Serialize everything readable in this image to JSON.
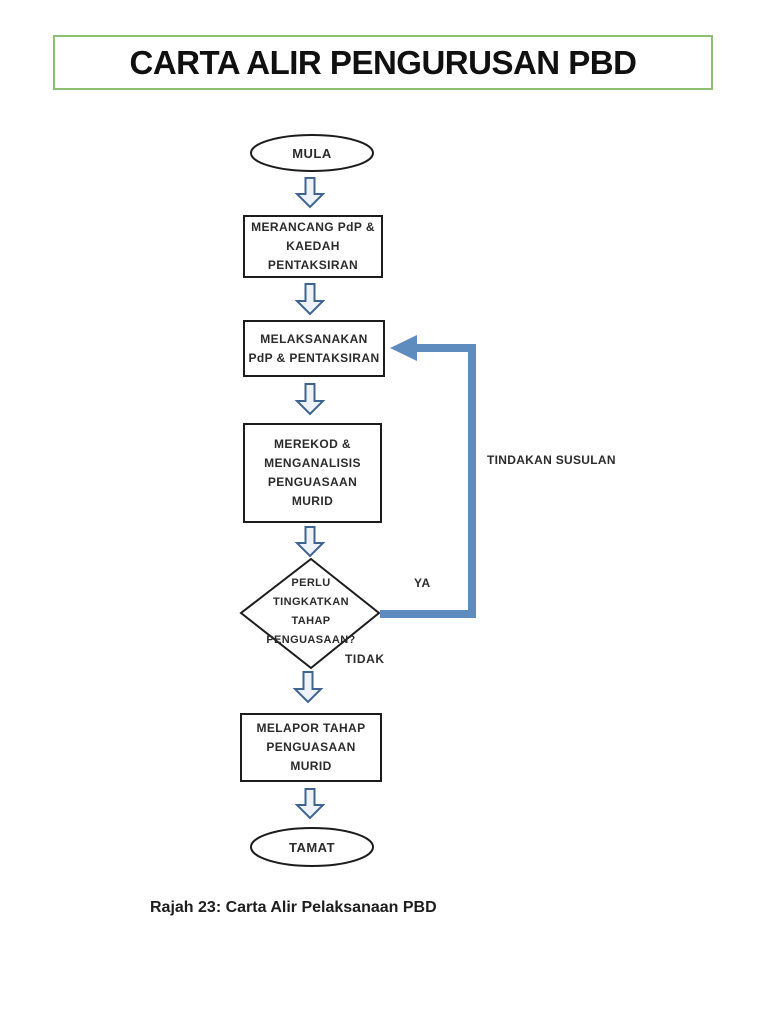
{
  "title": "CARTA ALIR PENGURUSAN PBD",
  "flowchart": {
    "start": "MULA",
    "end": "TAMAT",
    "steps": {
      "step1": {
        "lines": [
          "MERANCANG PdP &",
          "KAEDAH",
          "PENTAKSIRAN"
        ]
      },
      "step2": {
        "lines": [
          "MELAKSANAKAN",
          "PdP & PENTAKSIRAN"
        ]
      },
      "step3": {
        "lines": [
          "MEREKOD &",
          "MENGANALISIS",
          "PENGUASAAN",
          "MURID"
        ]
      },
      "decision": {
        "lines": [
          "PERLU",
          "TINGKATKAN",
          "TAHAP",
          "PENGUASAAN?"
        ]
      },
      "step4": {
        "lines": [
          "MELAPOR TAHAP",
          "PENGUASAAN",
          "MURID"
        ]
      }
    },
    "labels": {
      "yes": "YA",
      "no": "TIDAK",
      "feedback": "TINDAKAN SUSULAN"
    }
  },
  "caption": "Rajah 23: Carta Alir Pelaksanaan PBD",
  "colors": {
    "title_border": "#8fbf72",
    "shape_border": "#1c1c1c",
    "flow_arrow_outline": "#3f648f",
    "flow_arrow_fill": "#eef3fa",
    "feedback_arrow": "#5e8cbf",
    "text": "#2b2b2b"
  }
}
